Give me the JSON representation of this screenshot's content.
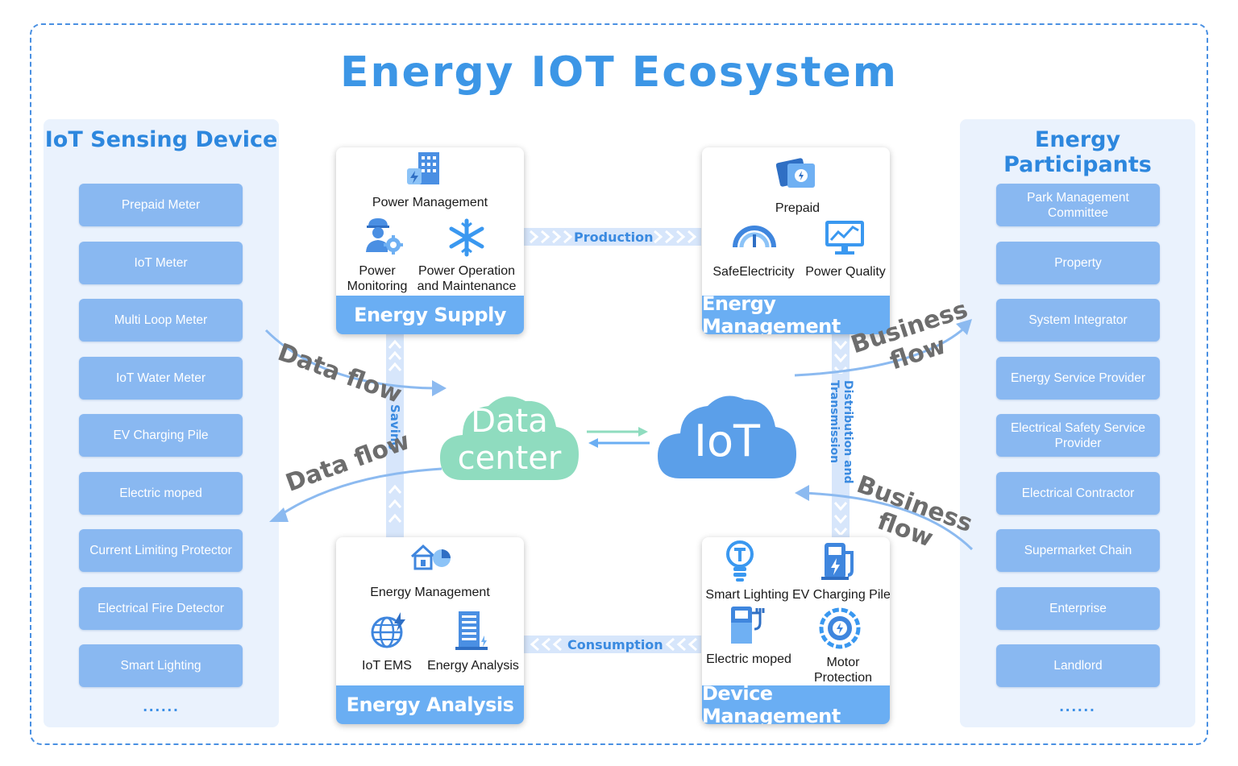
{
  "title": "Energy IOT Ecosystem",
  "left_panel": {
    "title": "IoT Sensing Device",
    "items": [
      "Prepaid  Meter",
      "IoT  Meter",
      "Multi Loop Meter",
      "IoT Water Meter",
      "EV Charging Pile",
      "Electric moped",
      "Current Limiting Protector",
      "Electrical Fire Detector",
      "Smart Lighting"
    ],
    "more": "......"
  },
  "right_panel": {
    "title": "Energy Participants",
    "items": [
      "Park Management Committee",
      "Property",
      "System Integrator",
      "Energy Service Provider",
      "Electrical Safety Service Provider",
      "Electrical Contractor",
      "Supermarket Chain",
      "Enterprise",
      "Landlord"
    ],
    "more": "......"
  },
  "cards": {
    "supply": {
      "footer": "Energy Supply",
      "top": "Power Management",
      "left_line1": "Power",
      "left_line2": "Monitoring",
      "right_line1": "Power Operation",
      "right_line2": "and Maintenance"
    },
    "management": {
      "footer": "Energy Management",
      "top": "Prepaid",
      "left": "SafeElectricity",
      "right": "Power Quality"
    },
    "analysis": {
      "footer": "Energy Analysis",
      "top": "Energy Management",
      "left": "IoT EMS",
      "right": "Energy Analysis"
    },
    "device": {
      "footer": "Device Management",
      "tl": "Smart Lighting",
      "tr": "EV Charging Pile",
      "bl": "Electric moped",
      "br_line1": "Motor",
      "br_line2": "Protection"
    }
  },
  "connectors": {
    "production": "Production",
    "consumption": "Consumption",
    "saving": "Saving",
    "distribution_line1": "Distribution and",
    "distribution_line2": "Transmission"
  },
  "clouds": {
    "data_center_line1": "Data",
    "data_center_line2": "center",
    "iot": "IoT"
  },
  "flows": {
    "data_in": "Data flow",
    "data_out": "Data flow",
    "business_out_line1": "Business",
    "business_out_line2": "flow",
    "business_in_line1": "Business",
    "business_in_line2": "flow"
  },
  "colors": {
    "accent": "#3c96e6",
    "button": "#89b8f1",
    "card_footer": "#6aaef3",
    "data_cloud": "#8fdcbf",
    "iot_cloud": "#5b9fe9",
    "flow_text": "#6d6d6d"
  }
}
